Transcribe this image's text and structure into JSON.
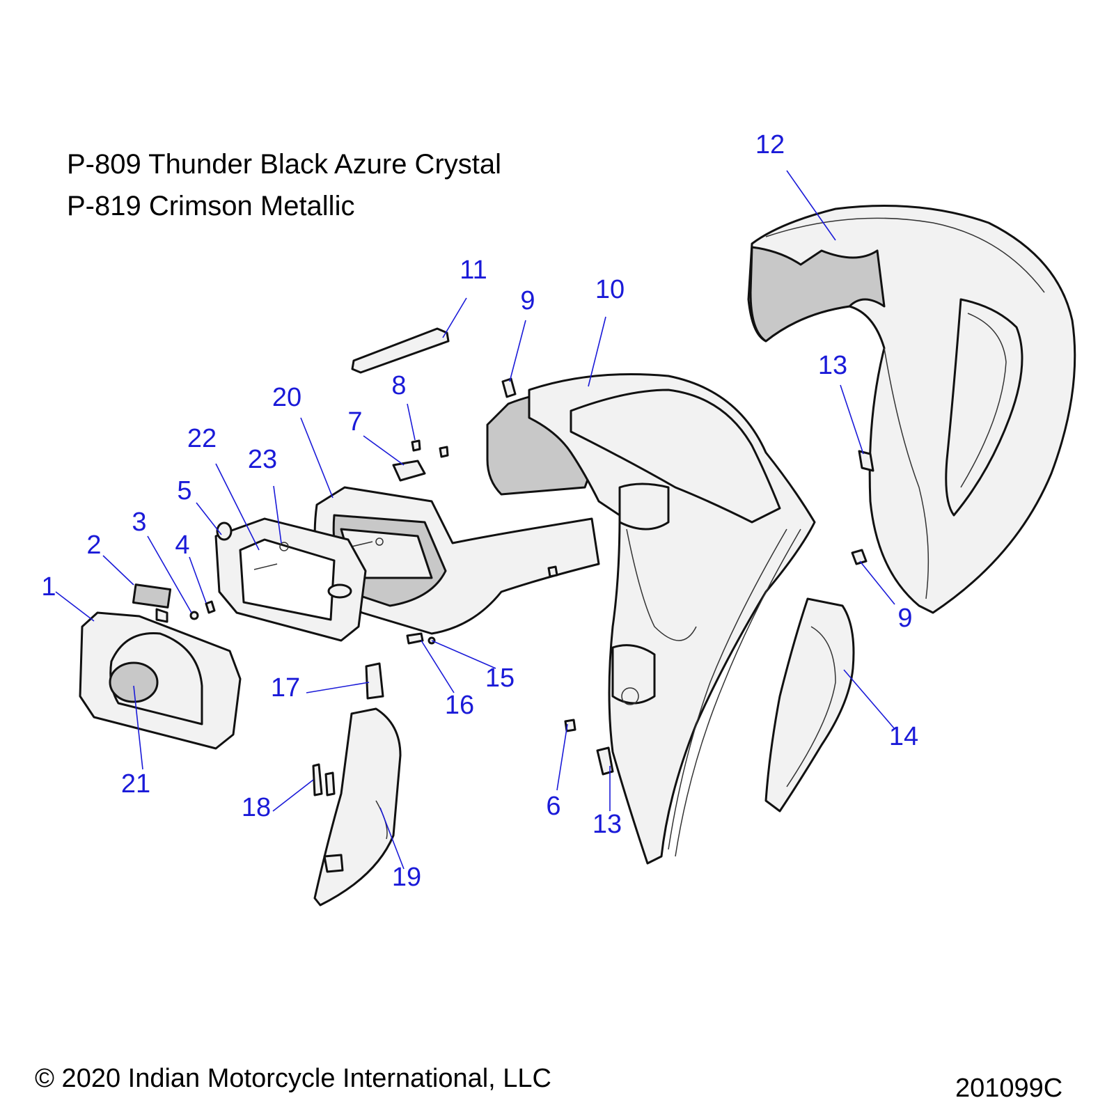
{
  "title_lines": [
    "P-809 Thunder Black Azure Crystal",
    "P-819 Crimson Metallic"
  ],
  "footer": {
    "copyright": "© 2020 Indian Motorcycle International, LLC",
    "drawing_number": "201099C"
  },
  "colors": {
    "callout": "#1a1ad8",
    "line": "#111111",
    "part_fill": "#f2f2f2",
    "part_shade": "#c8c8c8"
  },
  "callouts": [
    "1",
    "2",
    "3",
    "4",
    "5",
    "6",
    "7",
    "8",
    "9",
    "9",
    "10",
    "11",
    "12",
    "13",
    "13",
    "14",
    "15",
    "16",
    "17",
    "18",
    "19",
    "20",
    "21",
    "22",
    "23"
  ]
}
